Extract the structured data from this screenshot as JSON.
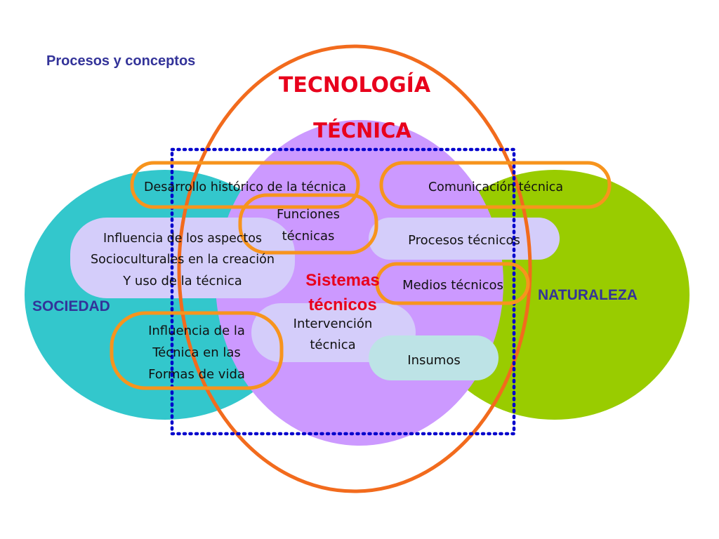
{
  "header": {
    "title": "Procesos y conceptos"
  },
  "labels": {
    "tecnologia": "TECNOLOGÍA",
    "tecnica": "TÉCNICA",
    "sociedad": "SOCIEDAD",
    "naturaleza": "NATURALEZA",
    "sistemas_line1": "Sistemas",
    "sistemas_line2": "técnicos"
  },
  "nodes": {
    "desarrollo": "Desarrollo histórico de la técnica",
    "comunicacion": "Comunicación  técnica",
    "funciones_l1": "Funciones",
    "funciones_l2": "técnicas",
    "influencia_aspectos_l1": "Influencia de los aspectos",
    "influencia_aspectos_l2": "Socioculturales en la creación",
    "influencia_aspectos_l3": "Y uso de la técnica",
    "procesos": "Procesos  técnicos",
    "medios": "Medios técnicos",
    "intervencion_l1": "Intervención",
    "intervencion_l2": "técnica",
    "influencia_formas_l1": "Influencia de la",
    "influencia_formas_l2": "Técnica en las",
    "influencia_formas_l3": "Formas de vida",
    "insumos": "Insumos"
  },
  "colors": {
    "sociedad": "#33C7CC",
    "naturaleza": "#99CC00",
    "tecnica": "#CC99FF",
    "tecnologia_stroke": "#F26B1D",
    "highlight_stroke": "#F7941D",
    "pill_light": "#D4CDFA",
    "pill_insumos": "#BDE3E6",
    "title_blue": "#333399",
    "red_text": "#E8001C",
    "dotted_blue": "#0000CC"
  }
}
